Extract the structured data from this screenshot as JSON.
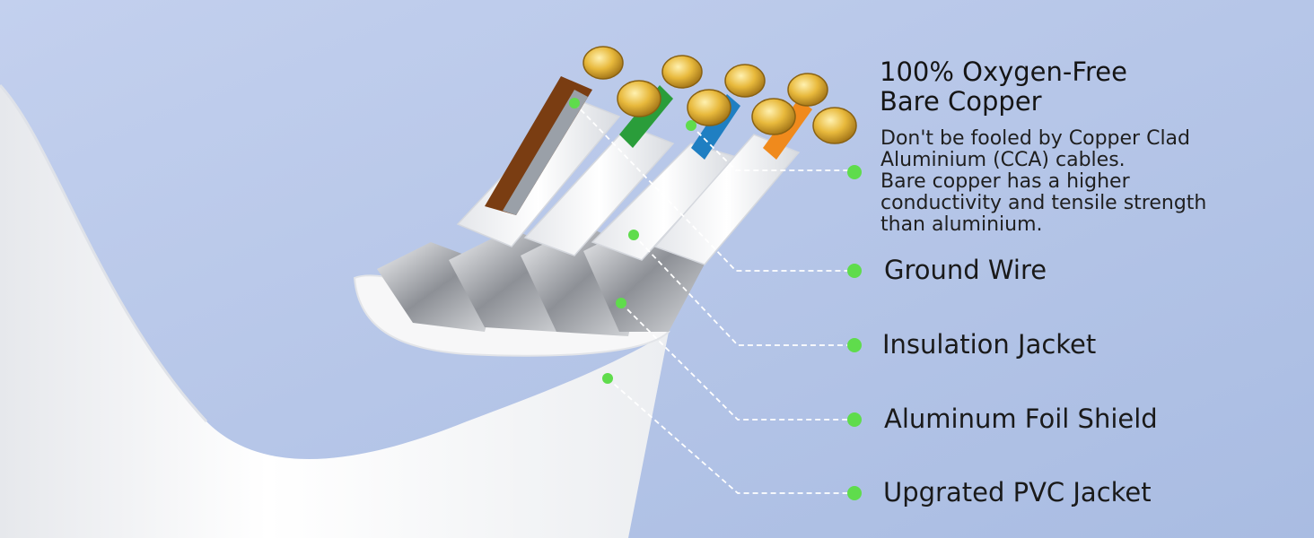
{
  "feature": {
    "title_line1": "100% Oxygen-Free",
    "title_line2": "Bare Copper",
    "description_lines": [
      "Don't be fooled by Copper Clad",
      "Aluminium (CCA) cables.",
      "Bare copper has a higher",
      "conductivity and tensile strength",
      "than aluminium."
    ]
  },
  "callouts": [
    {
      "label": "Ground Wire"
    },
    {
      "label": "Insulation Jacket"
    },
    {
      "label": "Aluminum Foil Shield"
    },
    {
      "label": "Upgrated PVC Jacket"
    }
  ],
  "colors": {
    "background": "#b3c4e6",
    "marker": "#5fdc4c",
    "copper": "#d9a52e",
    "cable": "#f4f4f4"
  }
}
